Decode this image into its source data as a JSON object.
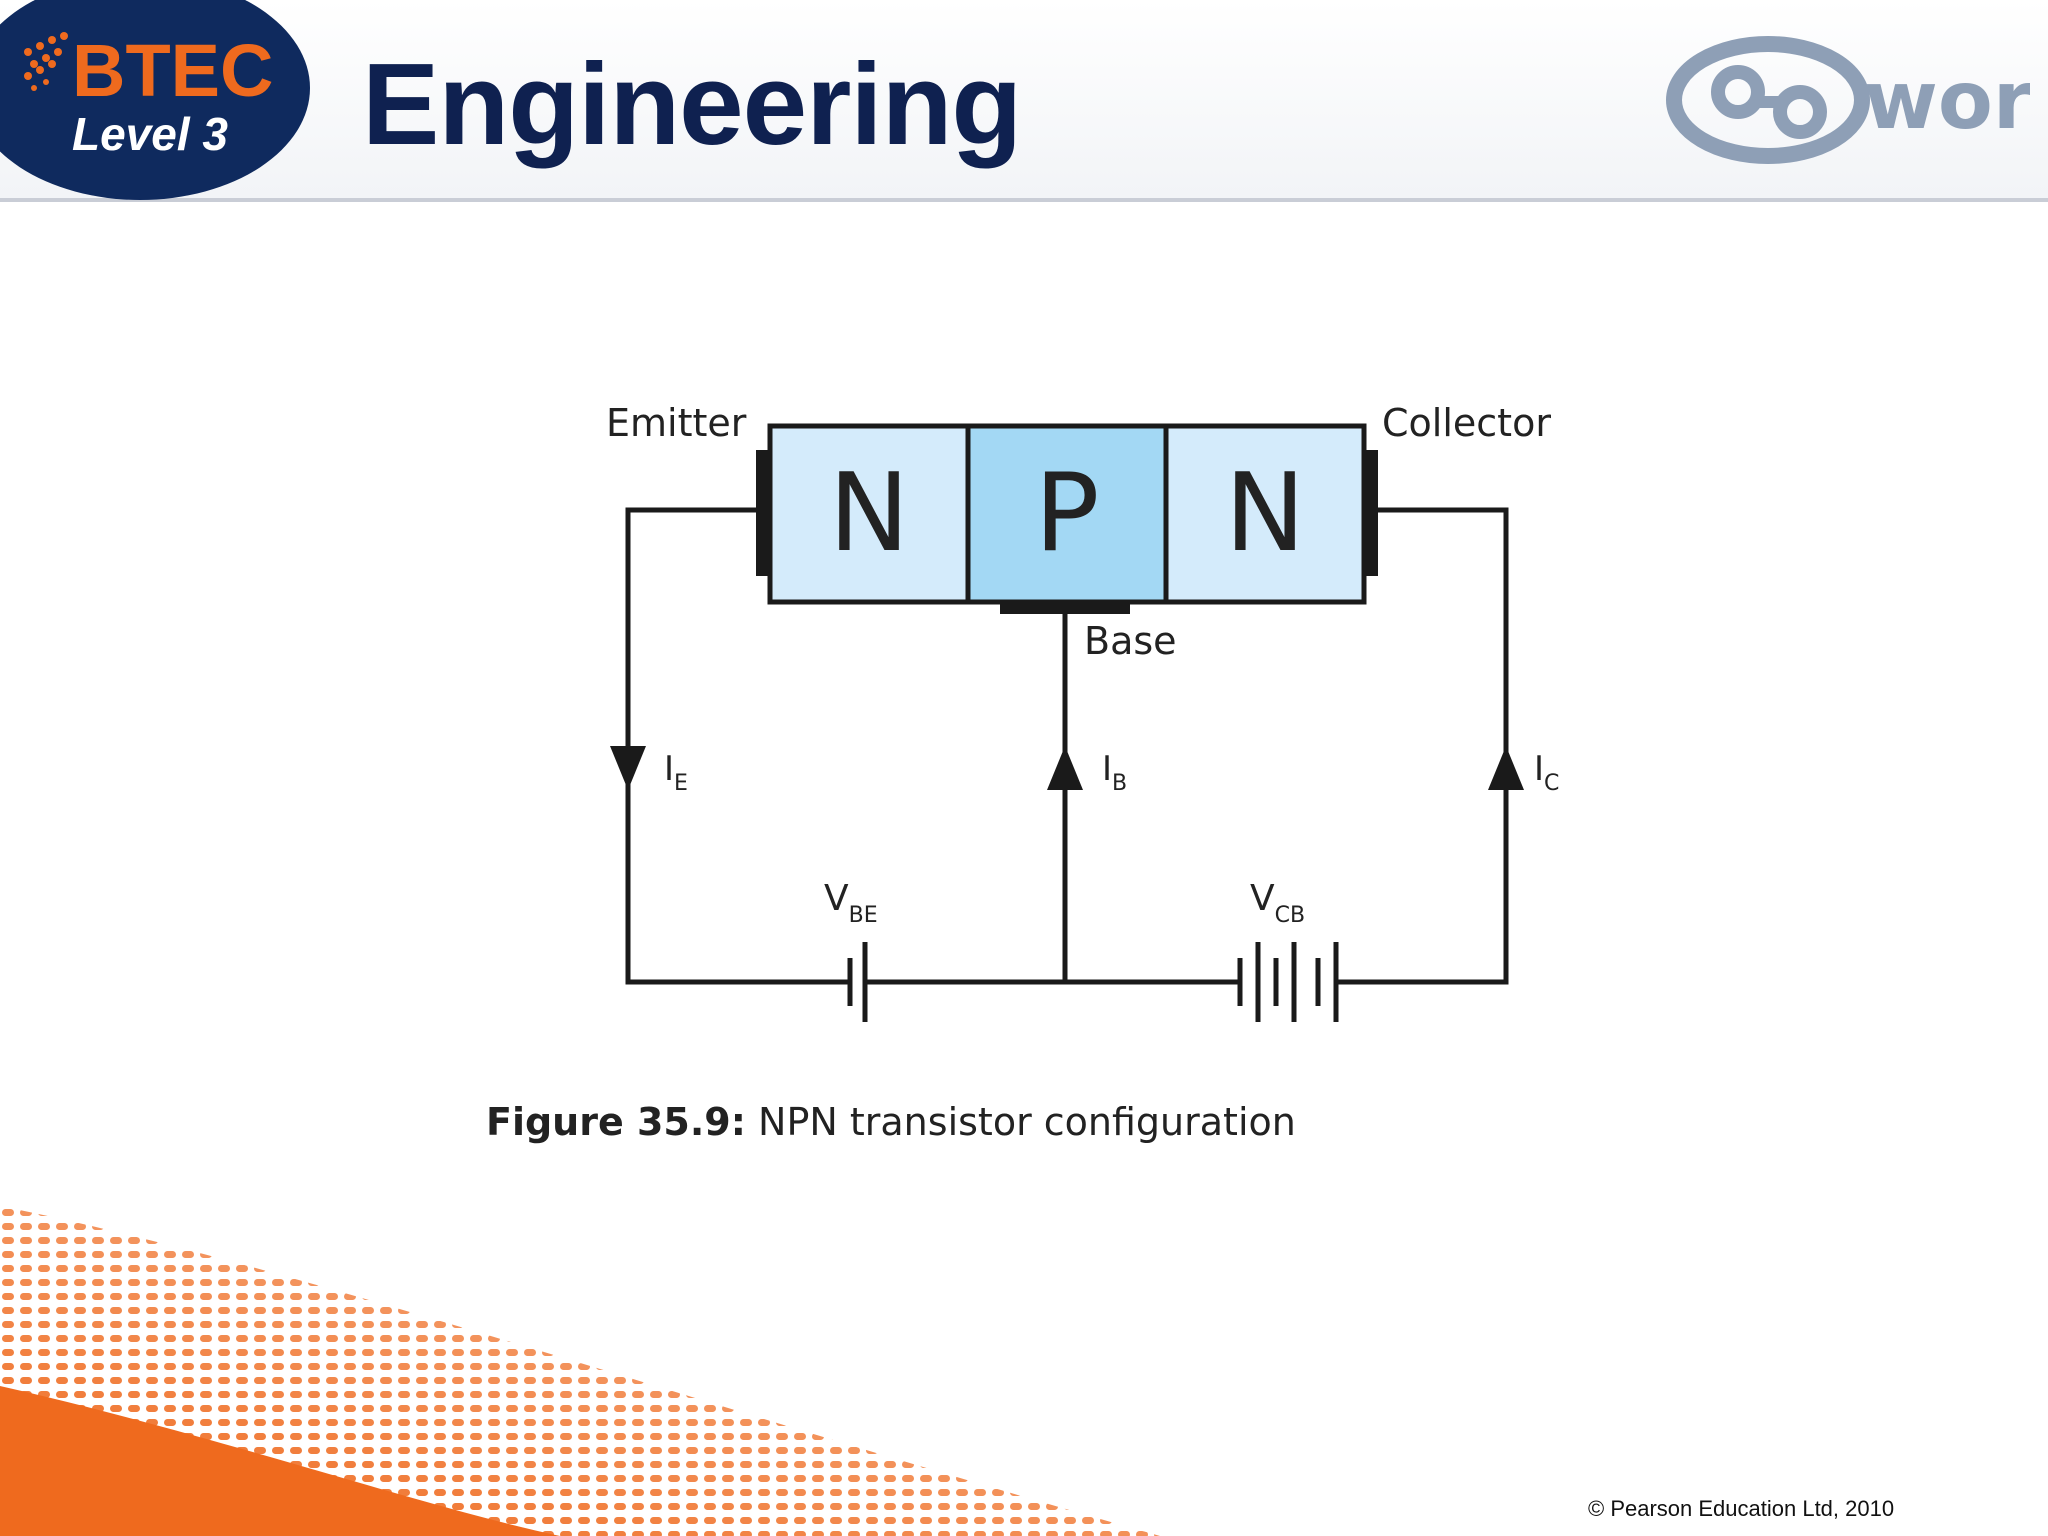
{
  "header": {
    "title": "Engineering",
    "logo_left": {
      "line1": "BTEC",
      "line2": "Level 3"
    },
    "logo_right": "work"
  },
  "diagram": {
    "emitter_label": "Emitter",
    "collector_label": "Collector",
    "base_label": "Base",
    "regions": [
      "N",
      "P",
      "N"
    ],
    "currents": {
      "emitter": {
        "main": "I",
        "sub": "E"
      },
      "base": {
        "main": "I",
        "sub": "B"
      },
      "collector": {
        "main": "I",
        "sub": "C"
      }
    },
    "voltages": {
      "base_emitter": {
        "main": "V",
        "sub": "BE"
      },
      "collector_base": {
        "main": "V",
        "sub": "CB"
      }
    }
  },
  "caption": {
    "figure_number": "Figure 35.9:",
    "text": "NPN transistor configuration"
  },
  "footer": {
    "copyright": "© Pearson Education Ltd, 2010"
  },
  "colors": {
    "title": "#0f2150",
    "n_region": "#d4ebfb",
    "p_region": "#a3d8f4",
    "accent_orange": "#ef6a1e",
    "logo_navy": "#0f2a5e"
  }
}
